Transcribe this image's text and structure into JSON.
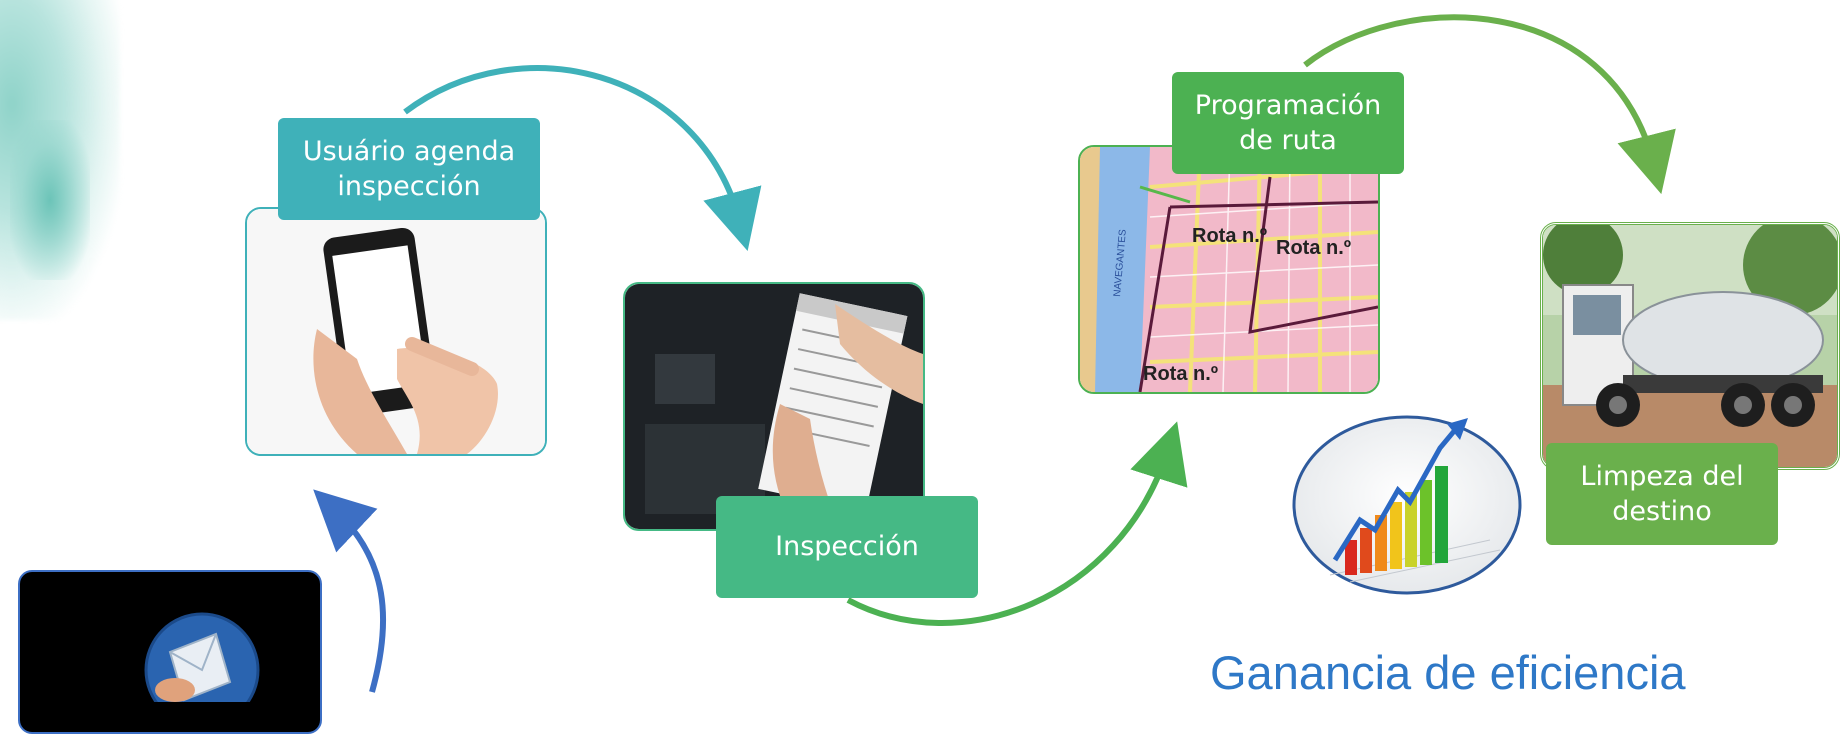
{
  "steps": {
    "schedule": {
      "label": "Usuário agenda inspección"
    },
    "inspection": {
      "label": "Inspección"
    },
    "route": {
      "label": "Programación de ruta"
    },
    "cleaning": {
      "label": "Limpeza del destino"
    }
  },
  "map": {
    "labels": [
      "Rota n.º",
      "Rota n.º",
      "Rota n.º"
    ],
    "water_label": "NAVEGANTES"
  },
  "efficiency": {
    "label": "Ganancia de eficiencia"
  },
  "colors": {
    "teal": "#3fb1b9",
    "green_inspection": "#45b985",
    "green_route": "#4cb152",
    "green_cleaning": "#6ab04c",
    "blue_arrow": "#3d6fc4",
    "title_blue": "#2e78c7"
  },
  "icons": [
    "envelope-icon",
    "smartphone-icon",
    "clipboard-icon",
    "map-icon",
    "truck-icon",
    "growth-chart-icon"
  ]
}
